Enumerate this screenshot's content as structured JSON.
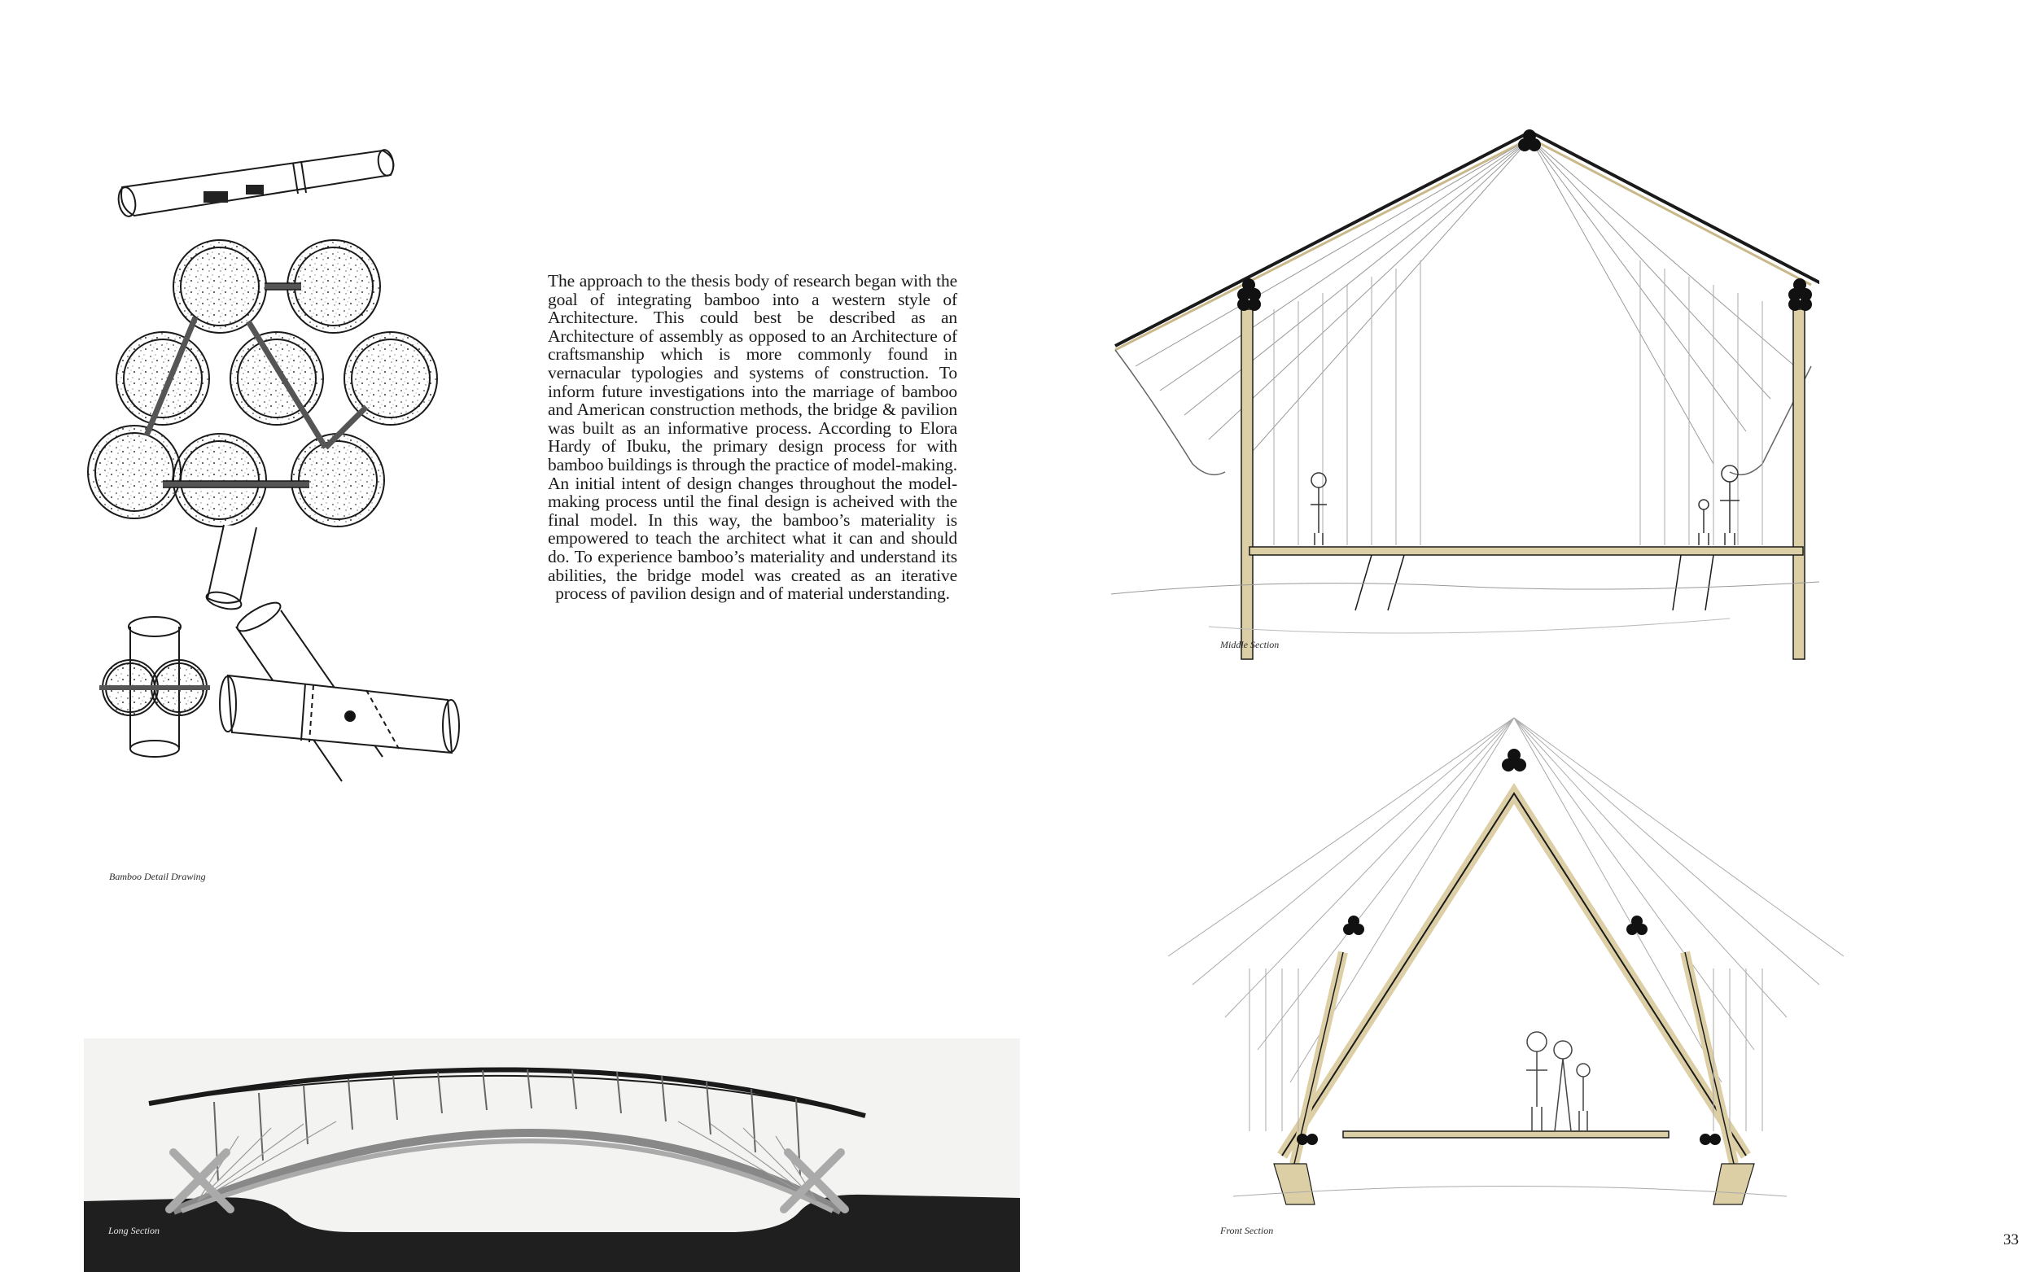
{
  "spread": {
    "body_text": "The approach to the thesis body of research began with the goal of integrating bamboo into a western style of Architecture. This could best be described as an Architecture of assembly as opposed to an Architecture of craftsmanship which is more commonly found in vernacular typologies and systems of construction. To inform future investigations into the marriage of bamboo and American construction methods, the bridge & pavilion was built as an informative process. According to Elora Hardy of Ibuku, the primary design process for with bamboo buildings is through the practice of model-making. An initial intent of design changes throughout the model-making process until the final design is acheived with the final model. In this way, the bamboo’s materiality is empowered to teach the architect what it can and should do. To experience bamboo’s materiality and understand its abilities, the bridge model was created as an iterative process of pavilion design and of material understanding.",
    "page_number": "33"
  },
  "figures": {
    "bamboo_detail": {
      "caption": "Bamboo Detail Drawing"
    },
    "long_section": {
      "caption": "Long Section"
    },
    "middle_section": {
      "caption": "Middle Section"
    },
    "front_section": {
      "caption": "Front Section"
    }
  },
  "colors": {
    "ink": "#1a1a1a",
    "bamboo": "#dccfa6",
    "ground_fill": "#1f1f1f",
    "paper": "#ffffff",
    "panel_bg": "#f3f3f1"
  }
}
